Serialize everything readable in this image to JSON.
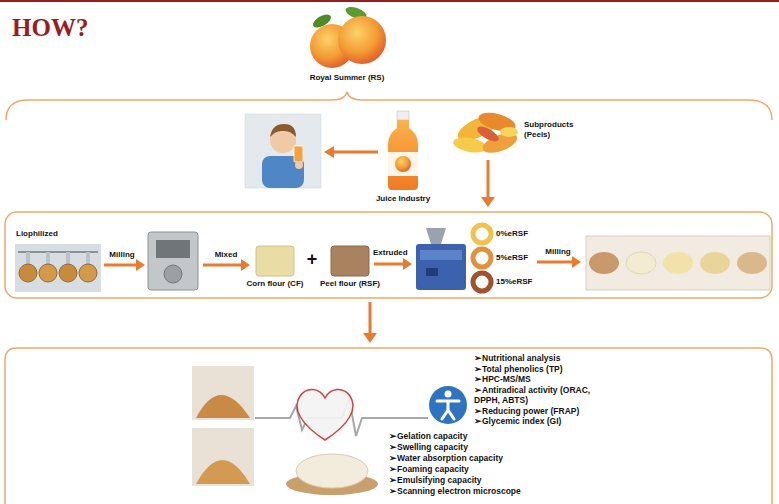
{
  "diagram": {
    "title": "HOW?",
    "nodes": [
      {
        "text": [
          "Royal Summer (RS)"
        ]
      },
      {
        "text": [
          "Juice Industry"
        ]
      },
      {
        "text": [
          "Subproducts (Peels)"
        ]
      },
      {
        "text": [
          "Liophilized"
        ]
      },
      {
        "text": [
          "Corn flour (CF)"
        ]
      },
      {
        "text": [
          "Peel flour (RSF)"
        ]
      },
      {
        "text": [
          "0%eRSF"
        ]
      },
      {
        "text": [
          "5%eRSF"
        ]
      },
      {
        "text": [
          "15%eRSF"
        ]
      }
    ],
    "labels": [
      "Milling",
      "Mixed",
      "+",
      "Extruded",
      "Milling",
      "➢Nutritional analysis",
      "➢Total phenolics (TP)",
      "➢HPC-MS/MS",
      "➢Antiradical activity (ORAC, DPPH, ABTS)",
      "➢Reducing power (FRAP)",
      "➢Glycemic index (GI)",
      "➢Gelation capacity",
      "➢Swelling capacity",
      "➢Water absorption capacity",
      "➢Foaming capacity",
      "➢Emulsifying capacity",
      "➢Scanning electron microscope"
    ]
  }
}
